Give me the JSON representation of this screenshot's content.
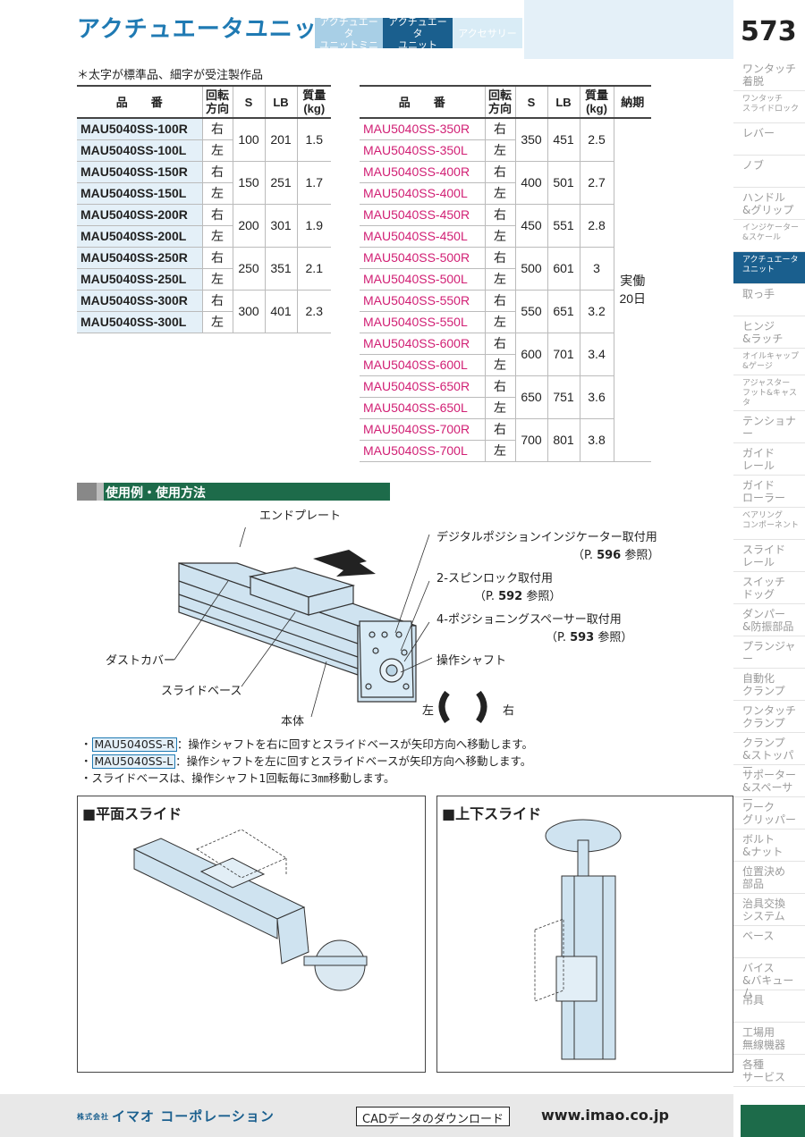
{
  "header": {
    "title": "アクチュエータユニット",
    "tabs": [
      {
        "line1": "アクチュエータ",
        "line2": "ユニットミニ"
      },
      {
        "line1": "アクチュエータ",
        "line2": "ユニット"
      },
      {
        "line1": "アクセサリー",
        "line2": ""
      }
    ],
    "page_number": "573"
  },
  "sidebar": {
    "items": [
      {
        "l1": "ワンタッチ",
        "l2": "着脱",
        "small": false
      },
      {
        "l1": "ワンタッチ",
        "l2": "スライドロック",
        "small": true
      },
      {
        "l1": "レバー",
        "l2": "",
        "small": false
      },
      {
        "l1": "ノブ",
        "l2": "",
        "small": false
      },
      {
        "l1": "ハンドル",
        "l2": "&グリップ",
        "small": false
      },
      {
        "l1": "インジケーター",
        "l2": "&スケール",
        "small": true
      },
      {
        "l1": "アクチュエータ",
        "l2": "ユニット",
        "small": true
      },
      {
        "l1": "取っ手",
        "l2": "",
        "small": false
      },
      {
        "l1": "ヒンジ",
        "l2": "&ラッチ",
        "small": false
      },
      {
        "l1": "オイルキャップ",
        "l2": "&ゲージ",
        "small": true
      },
      {
        "l1": "アジャスター",
        "l2": "フット&キャスタ",
        "small": true
      },
      {
        "l1": "テンショナー",
        "l2": "",
        "small": false
      },
      {
        "l1": "ガイド",
        "l2": "レール",
        "small": false
      },
      {
        "l1": "ガイド",
        "l2": "ローラー",
        "small": false
      },
      {
        "l1": "ベアリング",
        "l2": "コンポーネント",
        "small": true
      },
      {
        "l1": "スライド",
        "l2": "レール",
        "small": false
      },
      {
        "l1": "スイッチ",
        "l2": "ドッグ",
        "small": false
      },
      {
        "l1": "ダンパー",
        "l2": "&防振部品",
        "small": false
      },
      {
        "l1": "プランジャー",
        "l2": "",
        "small": false
      },
      {
        "l1": "自動化",
        "l2": "クランプ",
        "small": false
      },
      {
        "l1": "ワンタッチ",
        "l2": "クランプ",
        "small": false
      },
      {
        "l1": "クランプ",
        "l2": "&ストッパー",
        "small": false
      },
      {
        "l1": "サポーター",
        "l2": "&スペーサー",
        "small": false
      },
      {
        "l1": "ワーク",
        "l2": "グリッパー",
        "small": false
      },
      {
        "l1": "ボルト",
        "l2": "&ナット",
        "small": false
      },
      {
        "l1": "位置決め",
        "l2": "部品",
        "small": false
      },
      {
        "l1": "治具交換",
        "l2": "システム",
        "small": false
      },
      {
        "l1": "ベース",
        "l2": "",
        "small": false
      },
      {
        "l1": "バイス",
        "l2": "&バキューム",
        "small": false
      },
      {
        "l1": "吊具",
        "l2": "",
        "small": false
      },
      {
        "l1": "工場用",
        "l2": "無線機器",
        "small": false
      },
      {
        "l1": "各種",
        "l2": "サービス",
        "small": false
      }
    ]
  },
  "note": "＊太字が標準品、細字が受注製作品",
  "table_headers": {
    "part": "品　　番",
    "rot1": "回転",
    "rot2": "方向",
    "s": "S",
    "lb": "LB",
    "mass1": "質量",
    "mass2": "(kg)",
    "lead": "納期"
  },
  "table_left": [
    {
      "pn": [
        "MAU5040SS-100R",
        "MAU5040SS-100L"
      ],
      "dir": [
        "右",
        "左"
      ],
      "s": "100",
      "lb": "201",
      "mass": "1.5"
    },
    {
      "pn": [
        "MAU5040SS-150R",
        "MAU5040SS-150L"
      ],
      "dir": [
        "右",
        "左"
      ],
      "s": "150",
      "lb": "251",
      "mass": "1.7"
    },
    {
      "pn": [
        "MAU5040SS-200R",
        "MAU5040SS-200L"
      ],
      "dir": [
        "右",
        "左"
      ],
      "s": "200",
      "lb": "301",
      "mass": "1.9"
    },
    {
      "pn": [
        "MAU5040SS-250R",
        "MAU5040SS-250L"
      ],
      "dir": [
        "右",
        "左"
      ],
      "s": "250",
      "lb": "351",
      "mass": "2.1"
    },
    {
      "pn": [
        "MAU5040SS-300R",
        "MAU5040SS-300L"
      ],
      "dir": [
        "右",
        "左"
      ],
      "s": "300",
      "lb": "401",
      "mass": "2.3"
    }
  ],
  "table_right": [
    {
      "pn": [
        "MAU5040SS-350R",
        "MAU5040SS-350L"
      ],
      "dir": [
        "右",
        "左"
      ],
      "s": "350",
      "lb": "451",
      "mass": "2.5"
    },
    {
      "pn": [
        "MAU5040SS-400R",
        "MAU5040SS-400L"
      ],
      "dir": [
        "右",
        "左"
      ],
      "s": "400",
      "lb": "501",
      "mass": "2.7"
    },
    {
      "pn": [
        "MAU5040SS-450R",
        "MAU5040SS-450L"
      ],
      "dir": [
        "右",
        "左"
      ],
      "s": "450",
      "lb": "551",
      "mass": "2.8"
    },
    {
      "pn": [
        "MAU5040SS-500R",
        "MAU5040SS-500L"
      ],
      "dir": [
        "右",
        "左"
      ],
      "s": "500",
      "lb": "601",
      "mass": "3"
    },
    {
      "pn": [
        "MAU5040SS-550R",
        "MAU5040SS-550L"
      ],
      "dir": [
        "右",
        "左"
      ],
      "s": "550",
      "lb": "651",
      "mass": "3.2"
    },
    {
      "pn": [
        "MAU5040SS-600R",
        "MAU5040SS-600L"
      ],
      "dir": [
        "右",
        "左"
      ],
      "s": "600",
      "lb": "701",
      "mass": "3.4"
    },
    {
      "pn": [
        "MAU5040SS-650R",
        "MAU5040SS-650L"
      ],
      "dir": [
        "右",
        "左"
      ],
      "s": "650",
      "lb": "751",
      "mass": "3.6"
    },
    {
      "pn": [
        "MAU5040SS-700R",
        "MAU5040SS-700L"
      ],
      "dir": [
        "右",
        "左"
      ],
      "s": "700",
      "lb": "801",
      "mass": "3.8"
    }
  ],
  "lead_time": {
    "l1": "実働",
    "l2": "20日"
  },
  "section": {
    "title": "使用例・使用方法"
  },
  "diagram": {
    "end_plate": "エンドプレート",
    "digital_title": "デジタルポジションインジケーター取付用",
    "digital_ref_pre": "（P. ",
    "digital_ref_num": "596",
    "digital_ref_post": " 参照）",
    "spin_title": "2-スピンロック取付用",
    "spin_ref_pre": "（P. ",
    "spin_ref_num": "592",
    "spin_ref_post": " 参照）",
    "spacer_title": "4-ポジショニングスペーサー取付用",
    "spacer_ref_pre": "（P. ",
    "spacer_ref_num": "593",
    "spacer_ref_post": " 参照）",
    "dust_cover": "ダストカバー",
    "shaft": "操作シャフト",
    "slide_base": "スライドベース",
    "body": "本体",
    "left": "左",
    "right": "右"
  },
  "bullets": {
    "b1_pn": "MAU5040SS-R",
    "b1_text": "：操作シャフトを右に回すとスライドベースが矢印方向へ移動します。",
    "b2_pn": "MAU5040SS-L",
    "b2_text": "：操作シャフトを左に回すとスライドベースが矢印方向へ移動します。",
    "b3_text": "スライドベースは、操作シャフト1回転毎に3㎜移動します。",
    "dot": "・"
  },
  "panels": {
    "flat": "■平面スライド",
    "vertical": "■上下スライド"
  },
  "footer": {
    "company_prefix": "株式会社",
    "company": "イマオ コーポレーション",
    "cad": "CADデータのダウンロード",
    "url": "www.imao.co.jp"
  },
  "colors": {
    "accent_blue": "#1f7ab3",
    "dark_blue": "#1a5f8e",
    "made_to_order": "#d11f74",
    "section_green": "#1d6b4a"
  }
}
